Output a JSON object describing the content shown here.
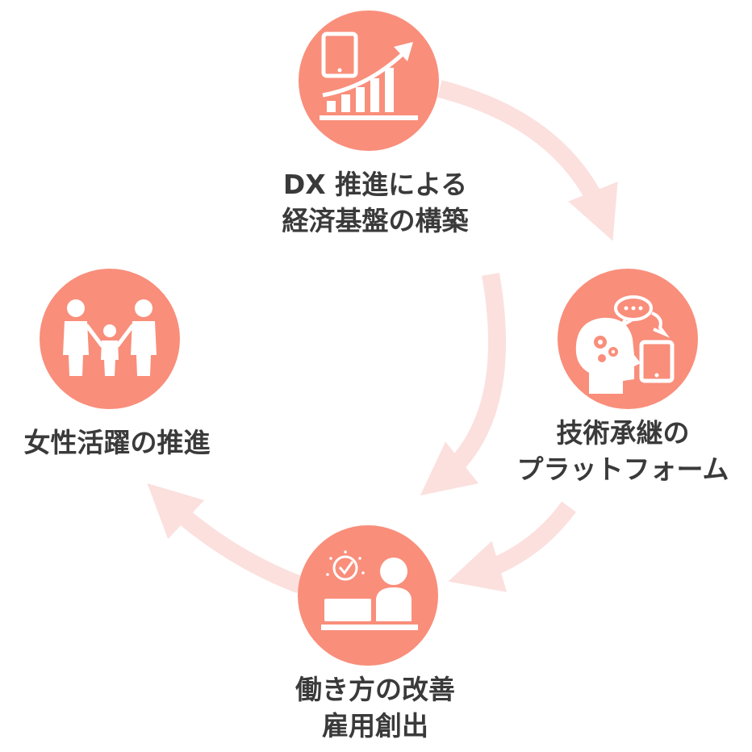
{
  "colors": {
    "node_fill": "#f98e7b",
    "arrow": "#fbe0de",
    "icon": "#ffffff",
    "text": "#3a3a3a"
  },
  "nodes": [
    {
      "id": "dx",
      "icon": "tablet-growth-chart-icon",
      "lines": [
        "DX 推進による",
        "経済基盤の構築"
      ]
    },
    {
      "id": "tech",
      "icon": "head-gears-chat-tablet-icon",
      "lines": [
        "技術承継の",
        "プラットフォーム"
      ]
    },
    {
      "id": "work",
      "icon": "person-desk-clock-icon",
      "lines": [
        "働き方の改善",
        "雇用創出"
      ]
    },
    {
      "id": "women",
      "icon": "family-icon",
      "lines": [
        "女性活躍の推進"
      ]
    }
  ]
}
